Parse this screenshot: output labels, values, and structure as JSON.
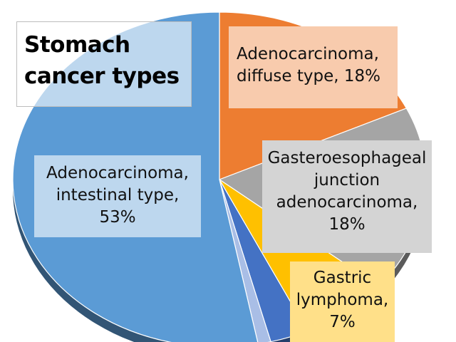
{
  "chart_data": {
    "type": "pie",
    "title": "Stomach cancer types",
    "slices": [
      {
        "label": "Adenocarcinoma, diffuse type",
        "value": 18,
        "color": "#ED7D31"
      },
      {
        "label": "Gasteroesophageal junction adenocarcinoma",
        "value": 18,
        "color": "#A5A5A5"
      },
      {
        "label": "Gastric lymphoma",
        "value": 7,
        "color": "#FFC000"
      },
      {
        "label": "(unlabeled)",
        "value": 3,
        "color": "#4472C4"
      },
      {
        "label": "(unlabeled)",
        "value": 1,
        "color": "#A9BEE6"
      },
      {
        "label": "Adenocarcinoma, intestinal type",
        "value": 53,
        "color": "#5B9BD5"
      }
    ],
    "legend": "none",
    "data_labels": true
  },
  "title": {
    "line1": "Stomach",
    "line2": "cancer types"
  },
  "labels": {
    "intestinal": [
      "Adenocarcinoma,",
      "intestinal type,",
      "53%"
    ],
    "diffuse": [
      "Adenocarcinoma,",
      "diffuse type, 18%"
    ],
    "gej": [
      "Gasteroesophageal",
      "junction",
      "adenocarcinoma,",
      "18%"
    ],
    "lymphoma": [
      "Gastric",
      "lymphoma,",
      "7%"
    ]
  }
}
